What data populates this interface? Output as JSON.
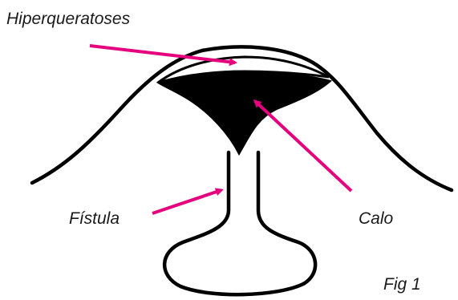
{
  "labels": {
    "hiperqueratoses": "Hiperqueratoses",
    "calo": "Calo",
    "fistula": "Fístula",
    "figure": "Fig 1"
  },
  "colors": {
    "outline": "#000000",
    "callus_fill": "#000000",
    "arrow": "#e5007e",
    "text": "#1a1a1a"
  }
}
